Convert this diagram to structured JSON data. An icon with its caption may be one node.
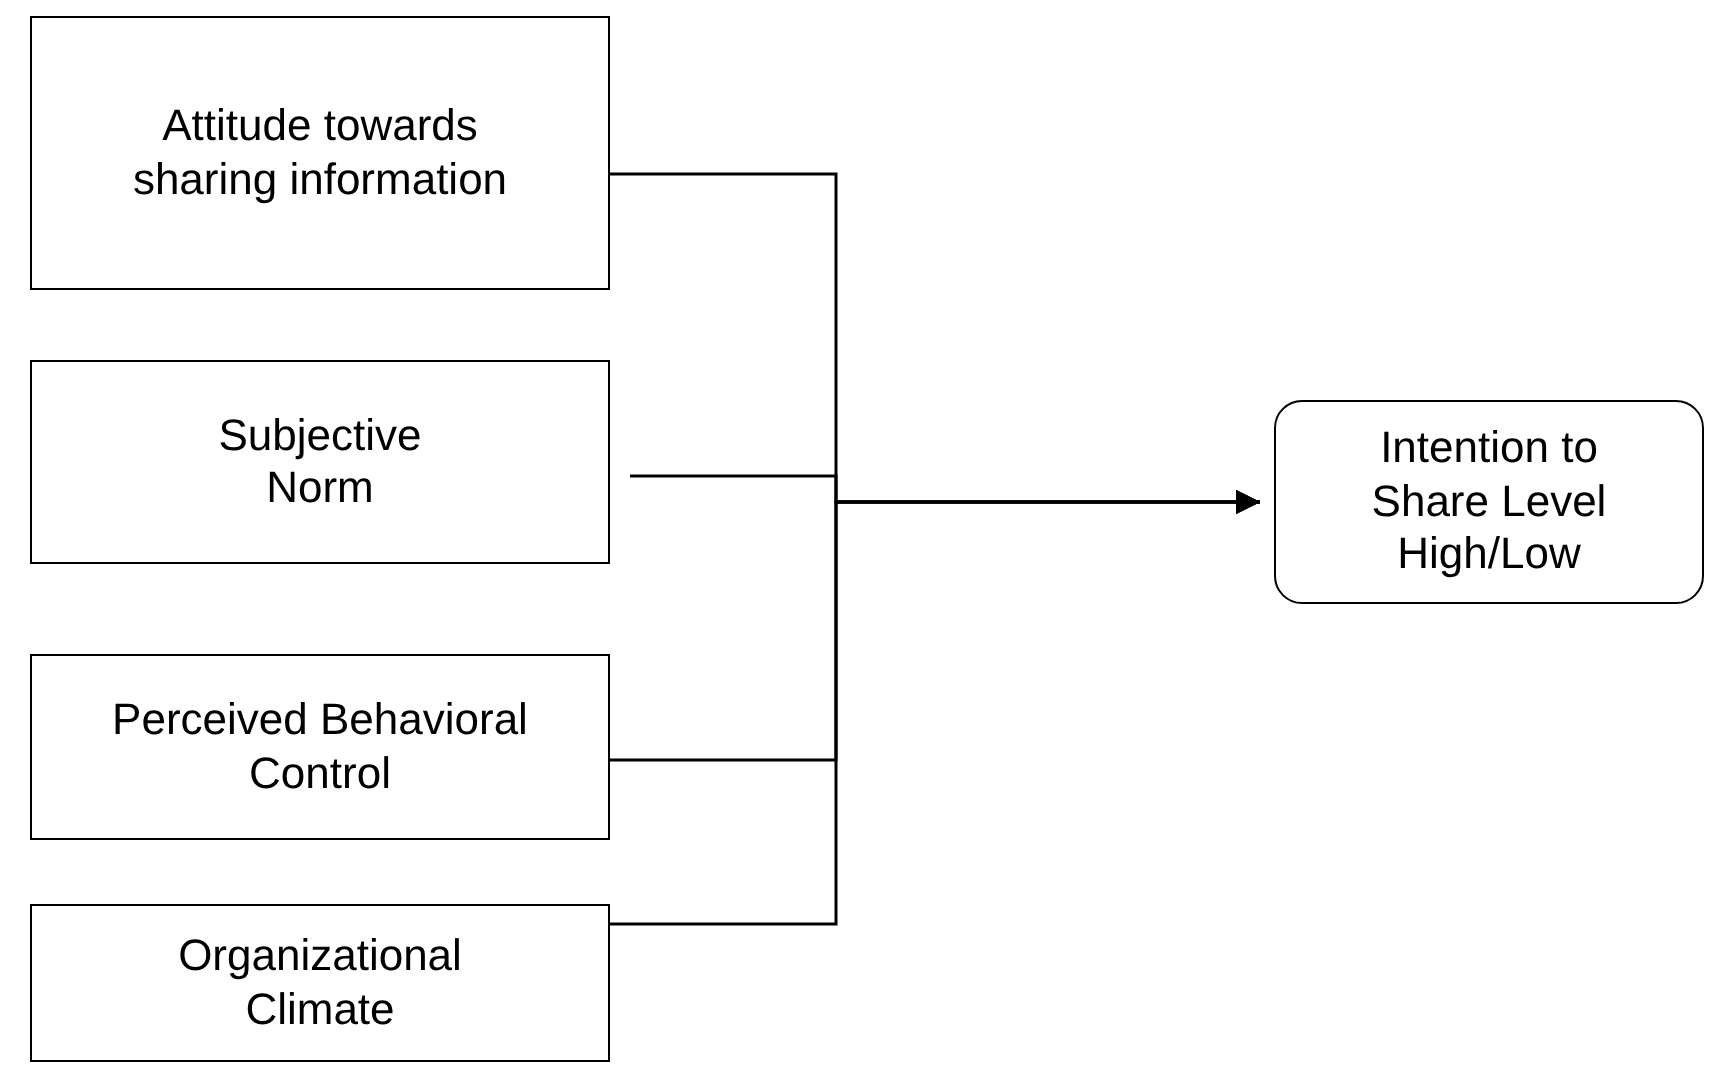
{
  "diagram": {
    "nodes": [
      {
        "text": [
          "Attitude towards sharing information"
        ]
      },
      {
        "text": [
          "Subjective Norm"
        ]
      },
      {
        "text": [
          "Perceived Behavioral Control"
        ]
      },
      {
        "text": [
          "Organizational Climate"
        ]
      },
      {
        "text": [
          "Intention to Share Level High/Low"
        ]
      }
    ],
    "edges": [
      {
        "from": 0,
        "to": 4,
        "arrow": "to"
      },
      {
        "from": 1,
        "to": 4,
        "arrow": "to"
      },
      {
        "from": 2,
        "to": 4,
        "arrow": "to"
      },
      {
        "from": 3,
        "to": 4,
        "arrow": "to"
      }
    ]
  }
}
